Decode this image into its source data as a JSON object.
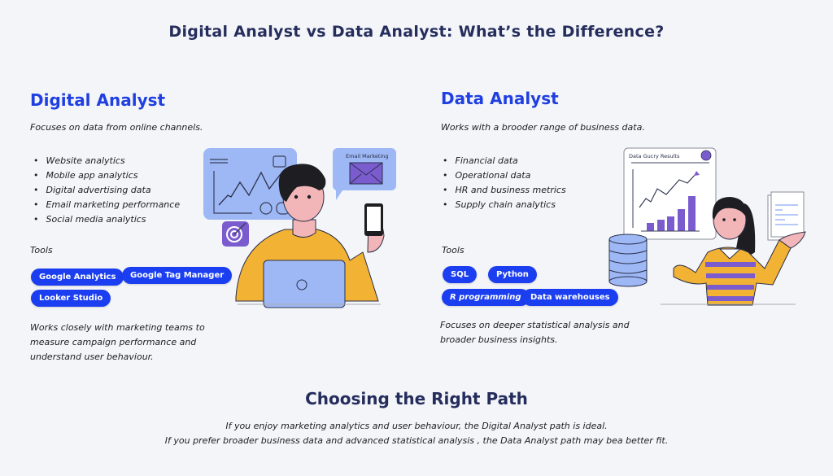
{
  "title": "Digital Analyst vs Data Analyst: What’s the Difference?",
  "digital": {
    "heading": "Digital Analyst",
    "intro": "Focuses on data from online channels.",
    "bullets": [
      "Website analytics",
      "Mobile app analytics",
      "Digital advertising data",
      "Email marketing performance",
      "Social media analytics"
    ],
    "tools_label": "Tools",
    "tools": [
      "Google Analytics",
      "Google Tag Manager",
      "Looker Studio"
    ],
    "outro": [
      "Works closely with marketing teams to",
      "measure campaign performance and",
      "understand user behaviour."
    ],
    "illustration": {
      "email_card_label": "Email Marketing",
      "icons": [
        "line-chart-icon",
        "heart-photo-icon",
        "user-icon",
        "group-icon",
        "target-icon",
        "envelope-icon",
        "smartphone-icon",
        "laptop-icon"
      ]
    }
  },
  "data": {
    "heading": "Data Analyst",
    "intro": "Works with a brooder range of business data.",
    "bullets": [
      "Financial data",
      "Operational data",
      "HR and business metrics",
      "Supply chain analytics"
    ],
    "tools_label": "Tools",
    "tools": [
      "SQL",
      "Python",
      "R programming",
      "Data warehouses"
    ],
    "outro": [
      "Focuses on deeper statistical analysis and",
      "broader business insights."
    ],
    "illustration": {
      "chart_card_label": "Data Gucry Results",
      "icons": [
        "database-icon",
        "bar-chart-icon",
        "trend-arrow-icon",
        "avatar-icon",
        "documents-icon"
      ]
    }
  },
  "choosing": {
    "heading": "Choosing the Right Path",
    "lines": [
      "If you enjoy marketing analytics and user behaviour, the Digital Analyst path is ideal.",
      "If you prefer broader business data and advanced statistical analysis , the Data Analyst path may bea better fit."
    ]
  },
  "colors": {
    "background": "#f4f5f9",
    "title": "#252d5c",
    "accent_blue": "#1f3fe0",
    "pill": "#1b3ff0",
    "card_blue": "#9db8f5",
    "purple": "#7b5ccf",
    "sweater": "#f2b234"
  }
}
